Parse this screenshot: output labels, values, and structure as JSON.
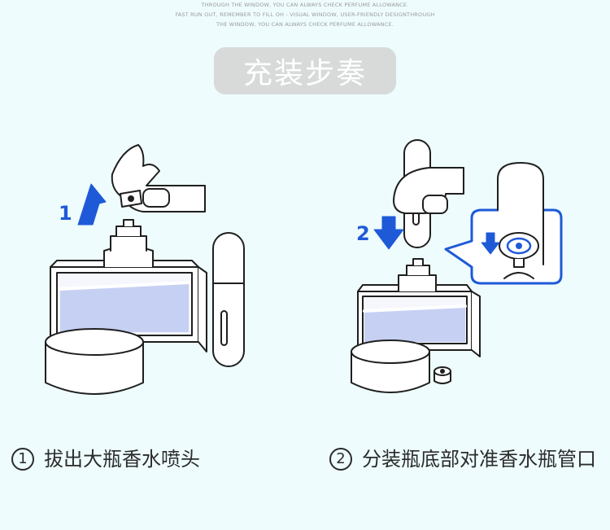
{
  "header": {
    "tagline_lines": [
      "THROUGH THE WINDOW, YOU CAN ALWAYS CHECK PERFUME ALLOWANCE.",
      "FAST RUN OUT, REMEMBER TO FILL OH - VISUAL WINDOW, USER-FRIENDLY DESIGNTHROUGH",
      "THE WINDOW, YOU CAN ALWAYS CHECK PERFUME ALLOWANCE."
    ],
    "title": "充装步奏"
  },
  "steps": [
    {
      "number_label": "1",
      "circle_label": "1",
      "caption": "拔出大瓶香水喷头"
    },
    {
      "number_label": "2",
      "circle_label": "2",
      "caption": "分装瓶底部对准香水瓶管口"
    }
  ],
  "colors": {
    "accent_blue": "#1e5ad8",
    "liquid": "#c6d0f3",
    "line": "#1f1f1f",
    "background": "#eefcfd",
    "title_bg": "#d8dada"
  }
}
